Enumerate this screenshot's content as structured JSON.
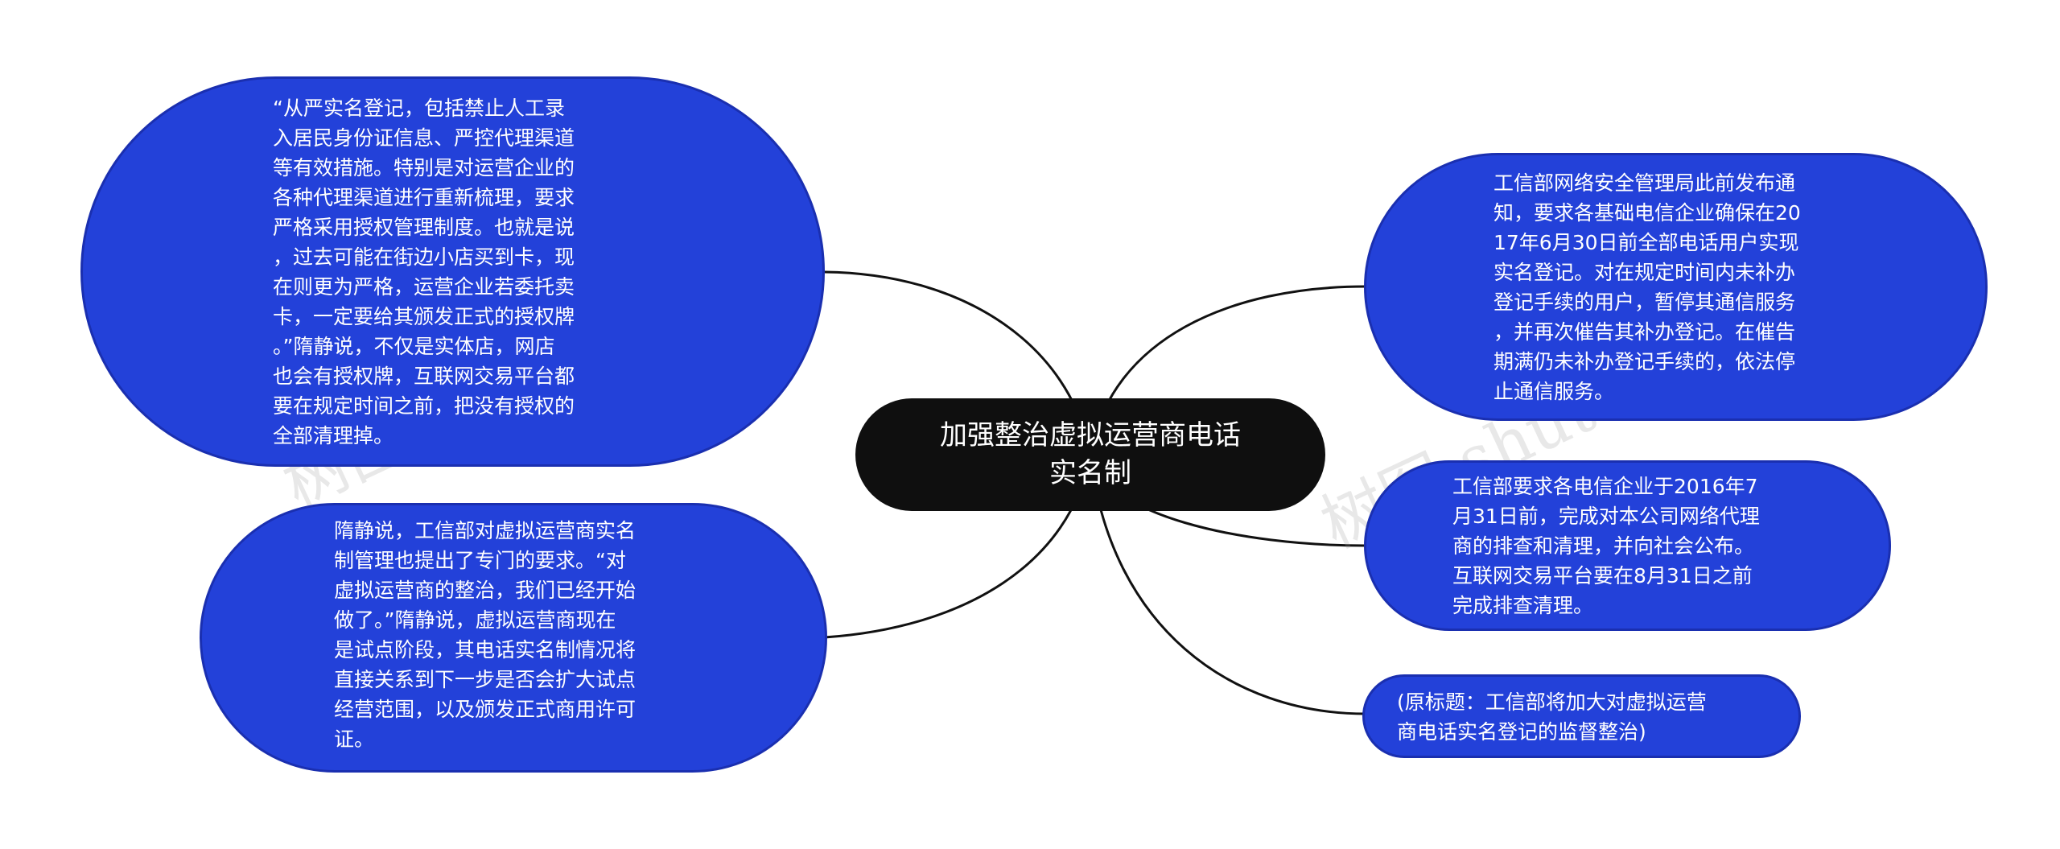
{
  "central_topic": {
    "text": "加强整治虚拟运营商电话\n实名制",
    "color": "#0f0f0f"
  },
  "node_color": "#2341d9",
  "nodes": {
    "left_top": {
      "text": "“从严实名登记，包括禁止人工录\n入居民身份证信息、严控代理渠道\n等有效措施。特别是对运营企业的\n各种代理渠道进行重新梳理，要求\n严格采用授权管理制度。也就是说\n，过去可能在街边小店买到卡，现\n在则更为严格，运营企业若委托卖\n卡，一定要给其颁发正式的授权牌\n。”隋静说，不仅是实体店，网店\n也会有授权牌，互联网交易平台都\n要在规定时间之前，把没有授权的\n全部清理掉。"
    },
    "left_bottom": {
      "text": "隋静说，工信部对虚拟运营商实名\n制管理也提出了专门的要求。“对\n虚拟运营商的整治，我们已经开始\n做了。”隋静说，虚拟运营商现在\n是试点阶段，其电话实名制情况将\n直接关系到下一步是否会扩大试点\n经营范围，以及颁发正式商用许可\n证。"
    },
    "right_top": {
      "text": "工信部网络安全管理局此前发布通\n知，要求各基础电信企业确保在20\n17年6月30日前全部电话用户实现\n实名登记。对在规定时间内未补办\n登记手续的用户，暂停其通信服务\n，并再次催告其补办登记。在催告\n期满仍未补办登记手续的，依法停\n止通信服务。"
    },
    "right_middle": {
      "text": "工信部要求各电信企业于2016年7\n月31日前，完成对本公司网络代理\n商的排查和清理，并向社会公布。\n互联网交易平台要在8月31日之前\n完成排查清理。"
    },
    "right_bottom": {
      "text": "(原标题：工信部将加大对虚拟运营\n商电话实名登记的监督整治)"
    }
  },
  "watermark": {
    "text": "树图 shutu.cn"
  }
}
